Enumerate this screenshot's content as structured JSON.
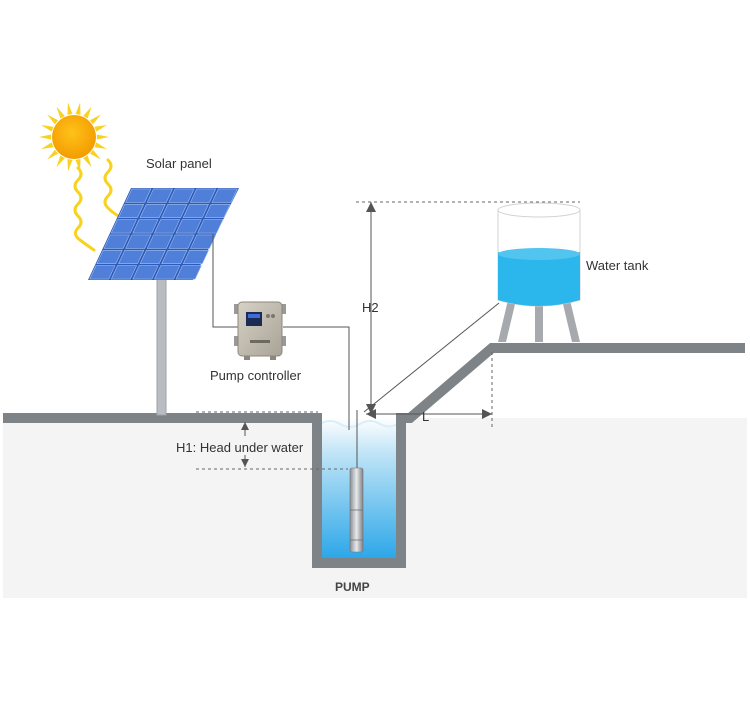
{
  "labels": {
    "solar_panel": "Solar panel",
    "pump_controller": "Pump controller",
    "water_tank": "Water tank",
    "h2": "H2",
    "h1": "H1: Head under water",
    "l": "L",
    "pump": "PUMP"
  },
  "colors": {
    "sun": "#F5B400",
    "sun_rays": "#F7D21E",
    "panel_cell": "#4F7FD9",
    "panel_frame": "#2E5BB8",
    "water": "#2BB6EC",
    "ground": "#7E8387",
    "soil": "#F4F4F4",
    "dimension_line": "#555555"
  }
}
